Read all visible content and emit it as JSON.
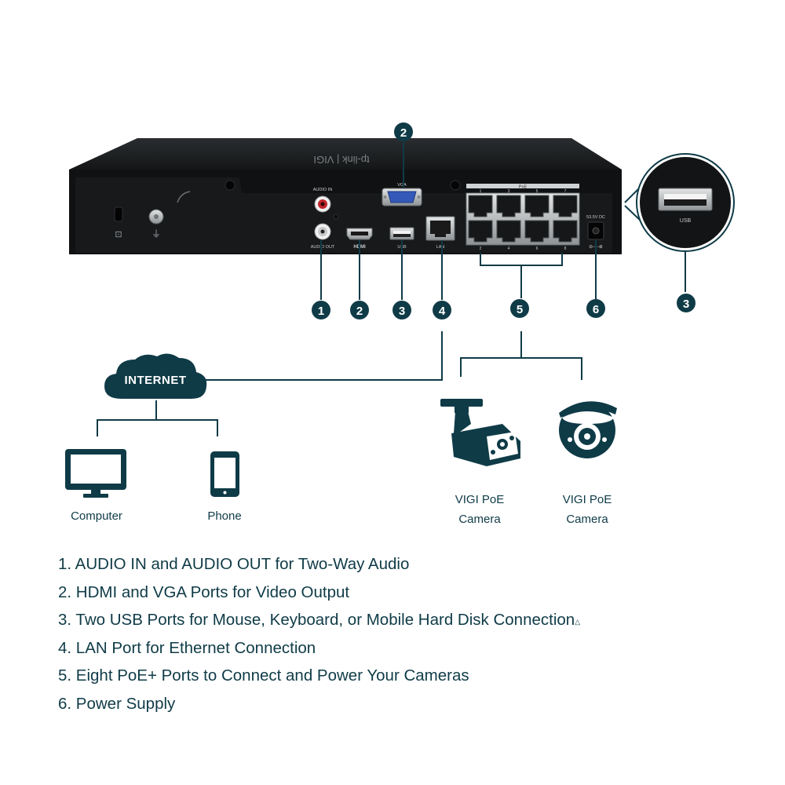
{
  "colors": {
    "accent": "#0f3b47",
    "device_body": "#1b1d1f",
    "device_panel": "#0c0d0e",
    "port_silver": "#b9bcbe",
    "vga_blue": "#3559b8",
    "audio_in_red": "#c0262b"
  },
  "device": {
    "brand_text": "tp-link | VIGI",
    "labels": {
      "audio_in": "AUDIO IN",
      "audio_out": "AUDIO OUT",
      "hdmi": "HDMI",
      "vga": "VGA",
      "usb": "USB",
      "lan": "LAN",
      "poe": "PoE",
      "power": "53.5V DC",
      "poe_top": [
        "1",
        "3",
        "5",
        "7"
      ],
      "poe_bottom": [
        "2",
        "4",
        "6",
        "8"
      ]
    }
  },
  "callouts": {
    "badges": [
      "1",
      "2",
      "3",
      "4",
      "5",
      "6"
    ],
    "vga_badge": "2",
    "usb_zoom_badge": "3",
    "usb_zoom_label": "USB"
  },
  "network": {
    "internet_label": "INTERNET",
    "clients": [
      {
        "icon": "computer-icon",
        "label": "Computer"
      },
      {
        "icon": "phone-icon",
        "label": "Phone"
      }
    ],
    "cameras": [
      {
        "icon": "bullet-camera-icon",
        "line1": "VIGI PoE",
        "line2": "Camera"
      },
      {
        "icon": "turret-camera-icon",
        "line1": "VIGI PoE",
        "line2": "Camera"
      }
    ]
  },
  "features": [
    {
      "text": "1. AUDIO IN and AUDIO OUT for Two-Way Audio",
      "note": ""
    },
    {
      "text": "2. HDMI and VGA Ports for Video Output",
      "note": ""
    },
    {
      "text": "3. Two USB Ports for Mouse, Keyboard, or Mobile Hard Disk Connection",
      "note": "△"
    },
    {
      "text": "4. LAN Port for Ethernet Connection",
      "note": ""
    },
    {
      "text": "5. Eight PoE+ Ports to Connect and Power Your Cameras",
      "note": ""
    },
    {
      "text": "6. Power Supply",
      "note": ""
    }
  ]
}
